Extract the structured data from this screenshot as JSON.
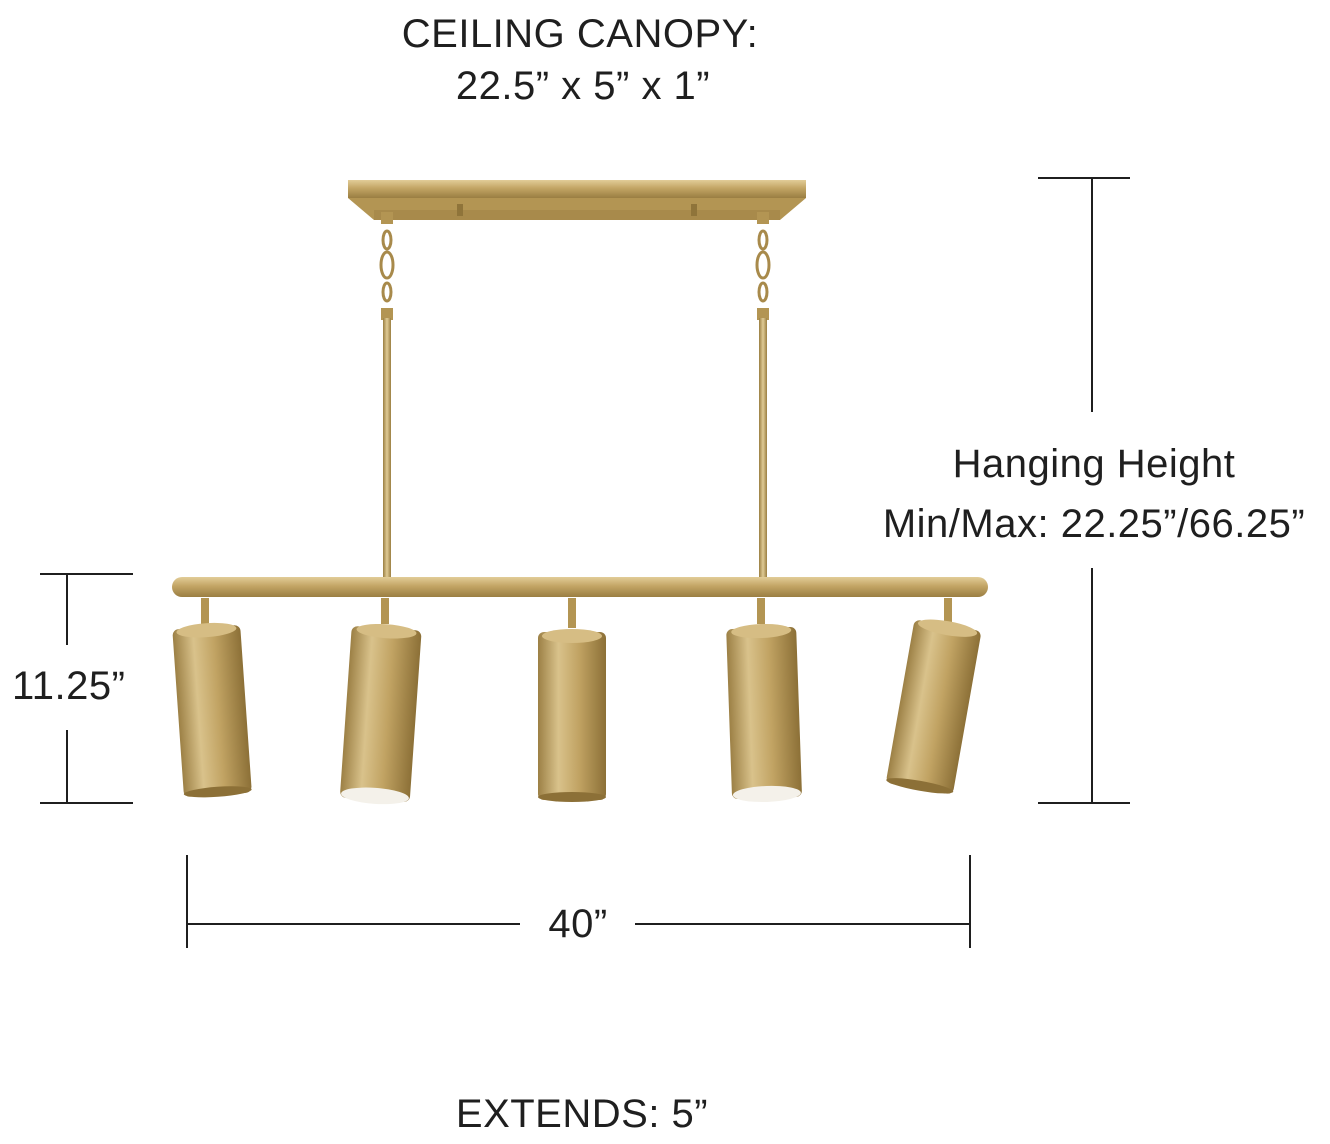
{
  "canopy": {
    "title": "CEILING CANOPY:",
    "dims": "22.5” x 5” x 1”"
  },
  "hanging": {
    "title": "Hanging Height",
    "minmax": "Min/Max: 22.25”/66.25”"
  },
  "height_label": "11.25”",
  "width_label": "40”",
  "extends_label": "EXTENDS: 5”",
  "colors": {
    "brass": "#c3a565",
    "brass_dark": "#8f743a",
    "line": "#1f1f1f"
  }
}
